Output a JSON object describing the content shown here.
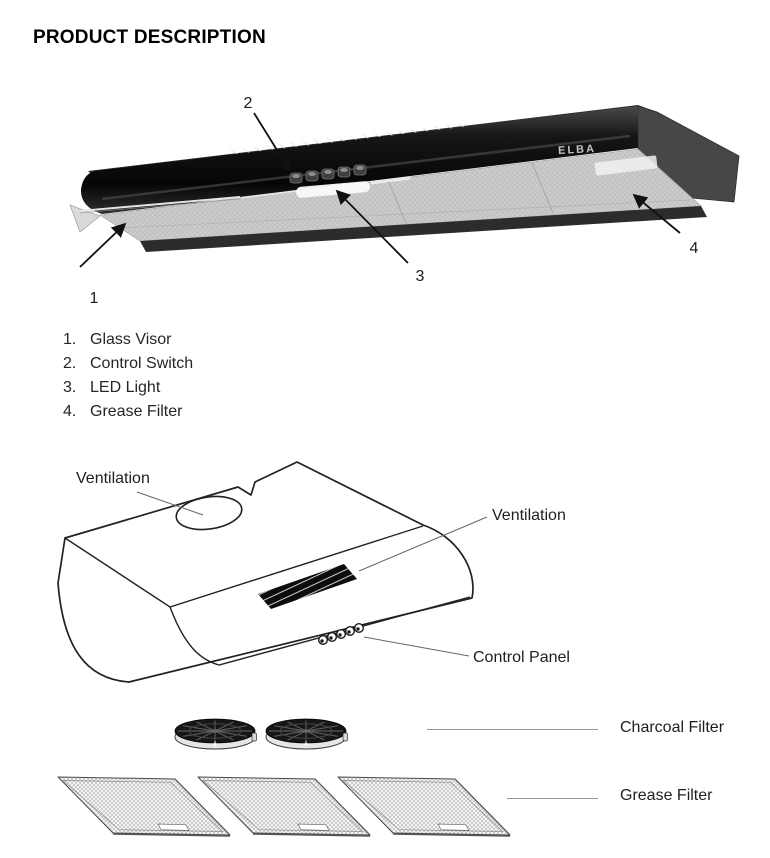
{
  "page": {
    "title": "PRODUCT DESCRIPTION"
  },
  "hood_photo": {
    "brand_logo": "ELBA",
    "callouts": [
      {
        "number": "1"
      },
      {
        "number": "2"
      },
      {
        "number": "3"
      },
      {
        "number": "4"
      }
    ]
  },
  "parts_list": {
    "items": [
      {
        "number": "1.",
        "label": "Glass Visor"
      },
      {
        "number": "2.",
        "label": "Control Switch"
      },
      {
        "number": "3.",
        "label": "LED Light"
      },
      {
        "number": "4.",
        "label": "Grease Filter"
      }
    ]
  },
  "diagram": {
    "labels": {
      "ventilation_top": "Ventilation",
      "ventilation_right": "Ventilation",
      "control_panel": "Control Panel"
    }
  },
  "filters": {
    "charcoal": {
      "label": "Charcoal Filter",
      "count": 2
    },
    "grease": {
      "label": "Grease Filter",
      "count": 3
    }
  },
  "colors": {
    "ink": "#1a1a1a",
    "leader_line": "#9a9a9a",
    "hood_body": "#121212",
    "mesh": "#cbcbcb"
  }
}
